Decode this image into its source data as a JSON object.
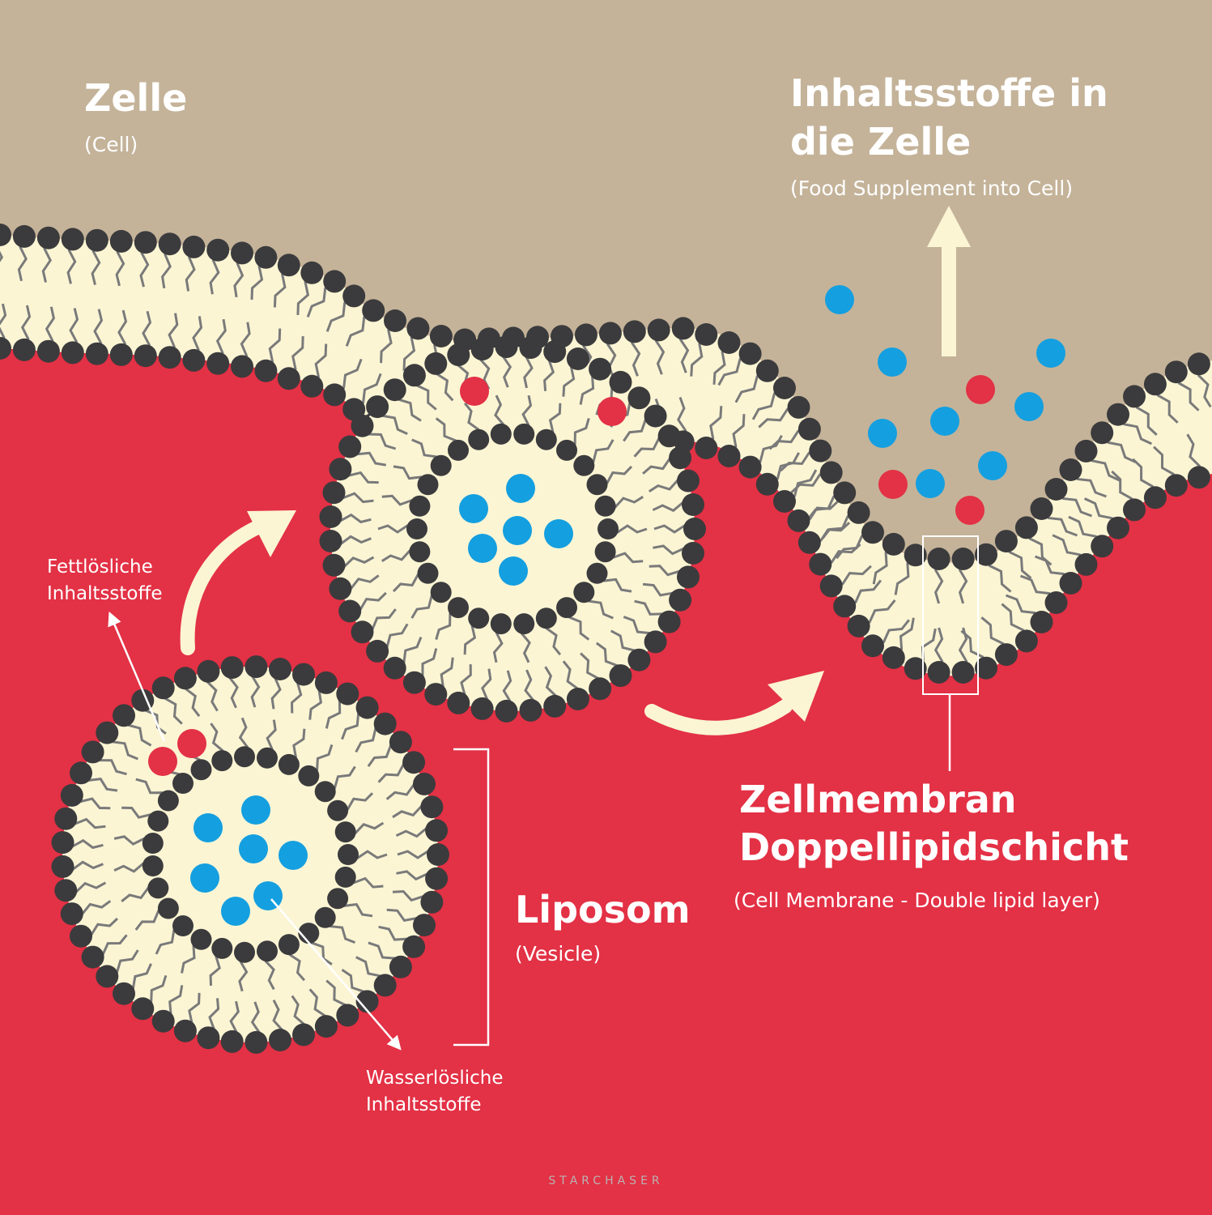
{
  "labels": {
    "cell_title": "Zelle",
    "cell_sub": "(Cell)",
    "contents_title_line1": "Inhaltsstoffe in",
    "contents_title_line2": "die Zelle",
    "contents_sub": "(Food Supplement into Cell)",
    "fat_soluble_line1": "Fettlösliche",
    "fat_soluble_line2": "Inhaltsstoffe",
    "liposome_title": "Liposom",
    "liposome_sub": "(Vesicle)",
    "water_soluble_line1": "Wasserlösliche",
    "water_soluble_line2": "Inhaltsstoffe",
    "membrane_title_line1": "Zellmembran",
    "membrane_title_line2": "Doppellipidschicht",
    "membrane_sub": "(Cell Membrane - Double lipid layer)",
    "credit": "STARCHASER"
  },
  "colors": {
    "cell_background": "#c4b399",
    "outside_background": "#e33145",
    "lipid_fill": "#fbf5d4",
    "lipid_head": "#3b3b3d",
    "lipid_tail": "#7a7a7a",
    "fat_soluble_molecule": "#e33145",
    "water_soluble_molecule": "#149fe0",
    "arrow": "#fbf5d4",
    "leader_line": "#ffffff"
  }
}
